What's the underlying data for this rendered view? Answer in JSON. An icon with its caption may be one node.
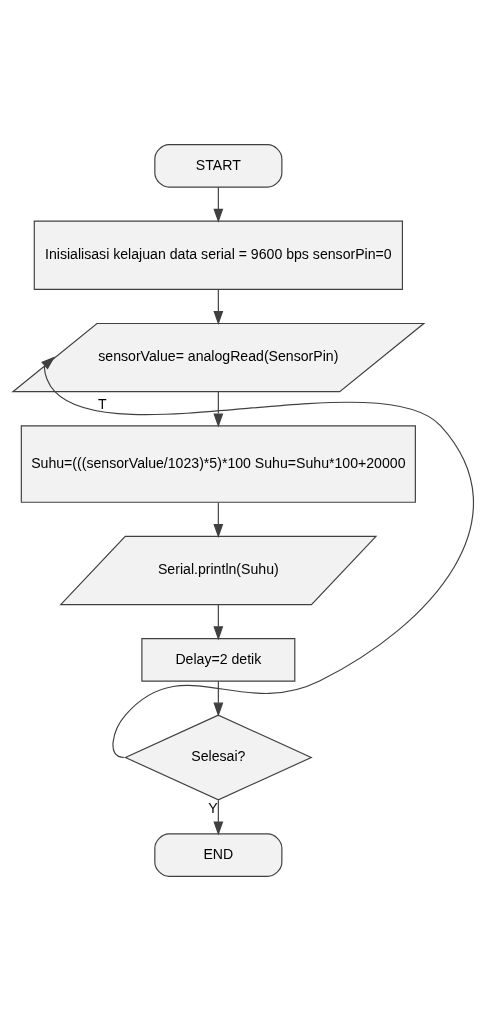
{
  "diagram": {
    "nodes": [
      {
        "text": [
          "START"
        ]
      },
      {
        "text": [
          "Inisialisasi kelajuan data serial = 9600 bps sensorPin=0"
        ]
      },
      {
        "text": [
          "sensorValue= analogRead(SensorPin)"
        ]
      },
      {
        "text": [
          "Suhu=(((sensorValue/1023)*5)*100 Suhu=Suhu*100+20000"
        ]
      },
      {
        "text": [
          "Serial.println(Suhu)"
        ]
      },
      {
        "text": [
          "Delay=2 detik"
        ]
      },
      {
        "text": [
          "Selesai?"
        ]
      },
      {
        "text": [
          "END"
        ]
      }
    ],
    "edges": [
      {
        "from": 0,
        "to": 1,
        "arrow": "to"
      },
      {
        "from": 1,
        "to": 2,
        "arrow": "to"
      },
      {
        "from": 2,
        "to": 3,
        "arrow": "to"
      },
      {
        "from": 3,
        "to": 4,
        "arrow": "to"
      },
      {
        "from": 4,
        "to": 5,
        "arrow": "to"
      },
      {
        "from": 5,
        "to": 6,
        "arrow": "to"
      },
      {
        "from": 6,
        "to": 2,
        "arrow": "to",
        "label": "T"
      },
      {
        "from": 6,
        "to": 7,
        "arrow": "to",
        "label": "Y"
      }
    ]
  }
}
